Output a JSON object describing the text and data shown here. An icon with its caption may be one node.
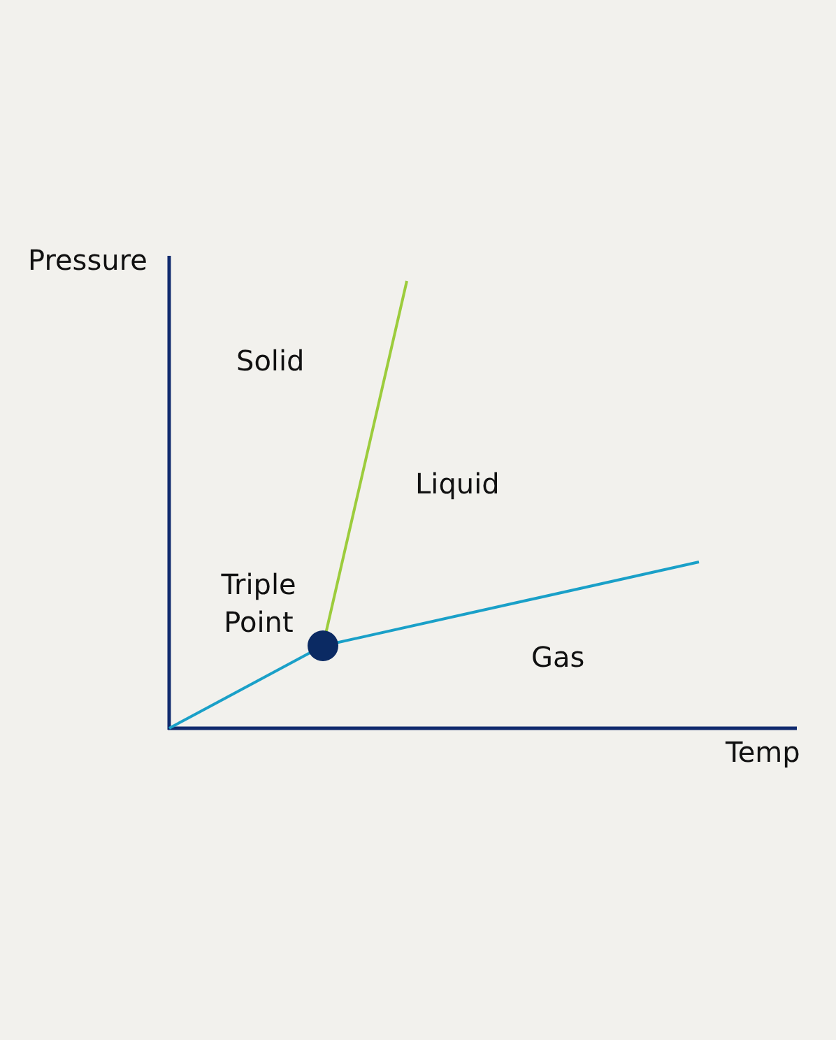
{
  "diagram": {
    "labels": [
      "Pressure",
      "Solid",
      "Liquid",
      "Triple Point",
      "Gas",
      "Temp"
    ]
  }
}
